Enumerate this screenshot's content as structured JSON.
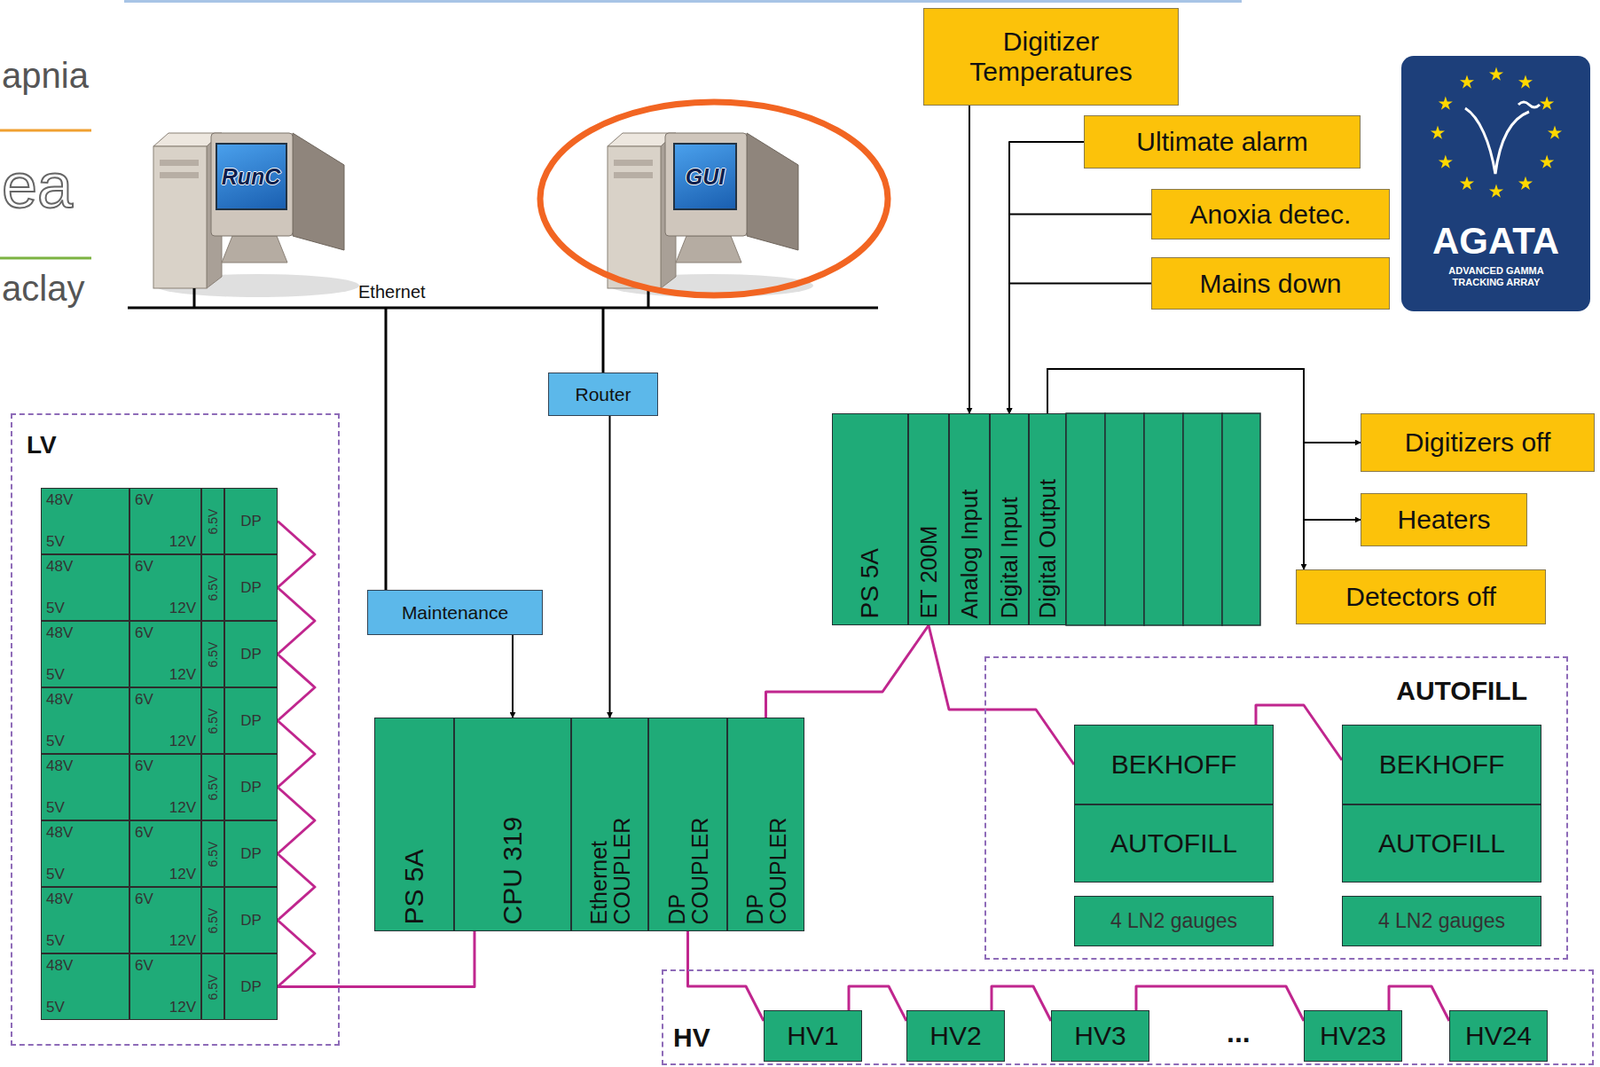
{
  "diagram": {
    "nodes": [
      {
        "text": [
          "RunC"
        ]
      },
      {
        "text": [
          "GUI"
        ]
      },
      {
        "text": [
          "Digitizer Temperatures"
        ]
      },
      {
        "text": [
          "Ultimate alarm"
        ]
      },
      {
        "text": [
          "Anoxia detec."
        ]
      },
      {
        "text": [
          "Mains down"
        ]
      },
      {
        "text": [
          "Router"
        ]
      },
      {
        "text": [
          "LV"
        ]
      },
      {
        "text": [
          "48V",
          "5V"
        ],
        "in": 7
      },
      {
        "text": [
          "6V",
          "12V"
        ],
        "in": 7
      },
      {
        "text": [
          "6.5V"
        ],
        "in": 7
      },
      {
        "text": [
          "DP"
        ],
        "in": 7
      },
      {
        "text": [
          "48V",
          "5V"
        ],
        "in": 7
      },
      {
        "text": [
          "6V",
          "12V"
        ],
        "in": 7
      },
      {
        "text": [
          "6.5V"
        ],
        "in": 7
      },
      {
        "text": [
          "DP"
        ],
        "in": 7
      },
      {
        "text": [
          "48V",
          "5V"
        ],
        "in": 7
      },
      {
        "text": [
          "6V",
          "12V"
        ],
        "in": 7
      },
      {
        "text": [
          "6.5V"
        ],
        "in": 7
      },
      {
        "text": [
          "DP"
        ],
        "in": 7
      },
      {
        "text": [
          "48V",
          "5V"
        ],
        "in": 7
      },
      {
        "text": [
          "6V",
          "12V"
        ],
        "in": 7
      },
      {
        "text": [
          "6.5V"
        ],
        "in": 7
      },
      {
        "text": [
          "DP"
        ],
        "in": 7
      },
      {
        "text": [
          "48V",
          "5V"
        ],
        "in": 7
      },
      {
        "text": [
          "6V",
          "12V"
        ],
        "in": 7
      },
      {
        "text": [
          "6.5V"
        ],
        "in": 7
      },
      {
        "text": [
          "DP"
        ],
        "in": 7
      },
      {
        "text": [
          "48V",
          "5V"
        ],
        "in": 7
      },
      {
        "text": [
          "6V",
          "12V"
        ],
        "in": 7
      },
      {
        "text": [
          "6.5V"
        ],
        "in": 7
      },
      {
        "text": [
          "DP"
        ],
        "in": 7
      },
      {
        "text": [
          "48V",
          "5V"
        ],
        "in": 7
      },
      {
        "text": [
          "6V",
          "12V"
        ],
        "in": 7
      },
      {
        "text": [
          "6.5V"
        ],
        "in": 7
      },
      {
        "text": [
          "DP"
        ],
        "in": 7
      },
      {
        "text": [
          "48V",
          "5V"
        ],
        "in": 7
      },
      {
        "text": [
          "6V",
          "12V"
        ],
        "in": 7
      },
      {
        "text": [
          "6.5V"
        ],
        "in": 7
      },
      {
        "text": [
          "DP"
        ],
        "in": 7
      },
      {
        "text": [
          "Maintenance"
        ]
      },
      {
        "text": [
          "PS 5A"
        ]
      },
      {
        "text": [
          "ET 200M"
        ]
      },
      {
        "text": [
          "Analog Input"
        ]
      },
      {
        "text": [
          "Digital Input"
        ]
      },
      {
        "text": [
          "Digital Output"
        ]
      },
      {
        "text": [
          "Digitizers off"
        ]
      },
      {
        "text": [
          "Heaters"
        ]
      },
      {
        "text": [
          "Detectors off"
        ]
      },
      {
        "text": [
          "PS 5A"
        ]
      },
      {
        "text": [
          "CPU 319"
        ]
      },
      {
        "text": [
          "Ethernet COUPLER"
        ]
      },
      {
        "text": [
          "DP COUPLER"
        ]
      },
      {
        "text": [
          "DP COUPLER"
        ]
      },
      {
        "text": [
          "AUTOFILL"
        ]
      },
      {
        "text": [
          "BEKHOFF"
        ],
        "in": 54
      },
      {
        "text": [
          "AUTOFILL"
        ],
        "in": 54
      },
      {
        "text": [
          "4 LN2 gauges"
        ],
        "in": 54
      },
      {
        "text": [
          "BEKHOFF"
        ],
        "in": 54
      },
      {
        "text": [
          "AUTOFILL"
        ],
        "in": 54
      },
      {
        "text": [
          "4 LN2 gauges"
        ],
        "in": 54
      },
      {
        "text": [
          "HV"
        ]
      },
      {
        "text": [
          "HV1"
        ],
        "in": 61
      },
      {
        "text": [
          "HV2"
        ],
        "in": 61
      },
      {
        "text": [
          "HV3"
        ],
        "in": 61
      },
      {
        "text": [
          "HV23"
        ],
        "in": 61
      },
      {
        "text": [
          "HV24"
        ],
        "in": 61
      }
    ],
    "edges": [
      {
        "from": 40,
        "to": 50,
        "arrow": "to"
      },
      {
        "from": 6,
        "to": 51,
        "arrow": "to"
      },
      {
        "from": 2,
        "to": 43,
        "arrow": "to"
      },
      {
        "from": 3,
        "to": 44,
        "arrow": "to"
      },
      {
        "from": 4,
        "to": 44,
        "arrow": "to"
      },
      {
        "from": 5,
        "to": 44,
        "arrow": "to"
      },
      {
        "from": 45,
        "to": 46,
        "arrow": "to"
      },
      {
        "from": 45,
        "to": 47,
        "arrow": "to"
      },
      {
        "from": 45,
        "to": 48,
        "arrow": "to"
      },
      {
        "from": 11,
        "to": 15,
        "arrow": "none"
      },
      {
        "from": 15,
        "to": 19,
        "arrow": "none"
      },
      {
        "from": 19,
        "to": 23,
        "arrow": "none"
      },
      {
        "from": 23,
        "to": 27,
        "arrow": "none"
      },
      {
        "from": 27,
        "to": 31,
        "arrow": "none"
      },
      {
        "from": 31,
        "to": 35,
        "arrow": "none"
      },
      {
        "from": 35,
        "to": 39,
        "arrow": "none"
      },
      {
        "from": 39,
        "to": 50,
        "arrow": "none"
      },
      {
        "from": 53,
        "to": 42,
        "arrow": "none"
      },
      {
        "from": 42,
        "to": 55,
        "arrow": "none"
      },
      {
        "from": 55,
        "to": 58,
        "arrow": "none"
      },
      {
        "from": 52,
        "to": 62,
        "arrow": "none"
      },
      {
        "from": 62,
        "to": 63,
        "arrow": "none"
      },
      {
        "from": 63,
        "to": 64,
        "arrow": "none"
      },
      {
        "from": 64,
        "to": 65,
        "arrow": "none"
      },
      {
        "from": 65,
        "to": 66,
        "arrow": "none"
      }
    ],
    "labels": [
      "apnia",
      "ea",
      "aclay",
      "Ethernet",
      "...",
      "AGATA",
      "ADVANCED GAMMA TRACKING ARRAY"
    ]
  }
}
